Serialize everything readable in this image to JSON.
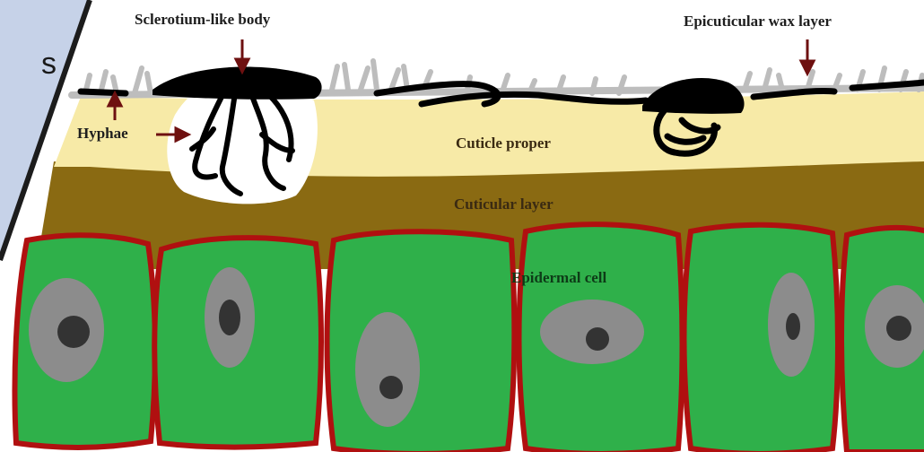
{
  "slide_fragment": {
    "text": "s"
  },
  "labels": {
    "sclerotium": "Sclerotium-like body",
    "wax": "Epicuticular wax layer",
    "hyphae": "Hyphae",
    "cuticle_proper": "Cuticle proper",
    "cuticular_layer": "Cuticular layer",
    "epidermal_cell": "Epidermal cell"
  },
  "colors": {
    "slide_panel": "#c6d2e8",
    "slide_border": "#1c1c1c",
    "cuticle_proper": "#f7eaa7",
    "cuticular_layer": "#8a6a12",
    "epidermal_cell": "#2fb04a",
    "cell_wall": "#b01010",
    "vacuole": "#8c8c8c",
    "nucleus": "#333333",
    "fungal_body": "#000000",
    "wax": "#bdbdbd",
    "arrow": "#6e1010"
  }
}
